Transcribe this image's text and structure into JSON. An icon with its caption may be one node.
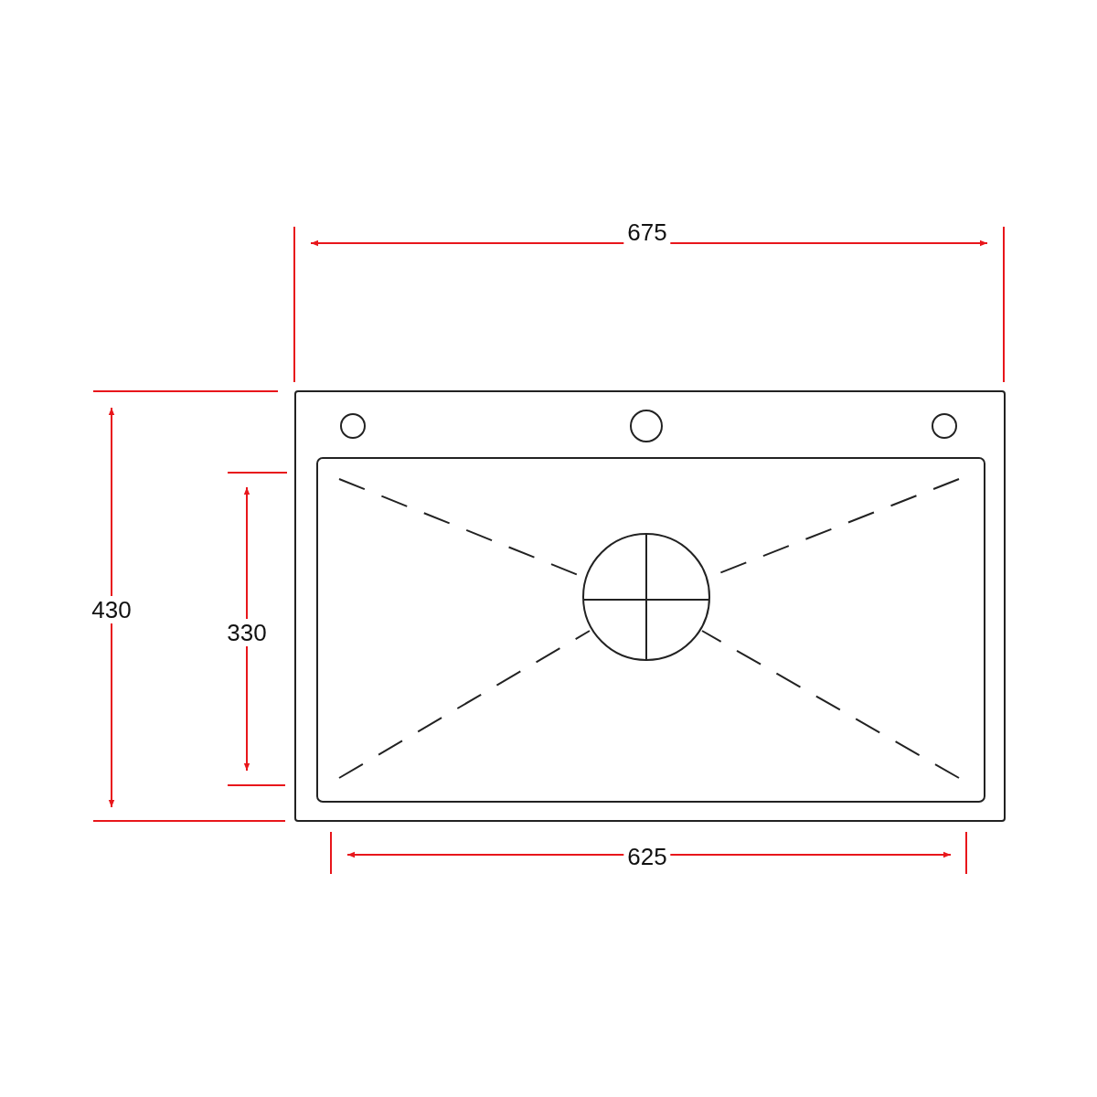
{
  "diagram": {
    "labels": [
      "675",
      "430",
      "330",
      "625"
    ]
  }
}
